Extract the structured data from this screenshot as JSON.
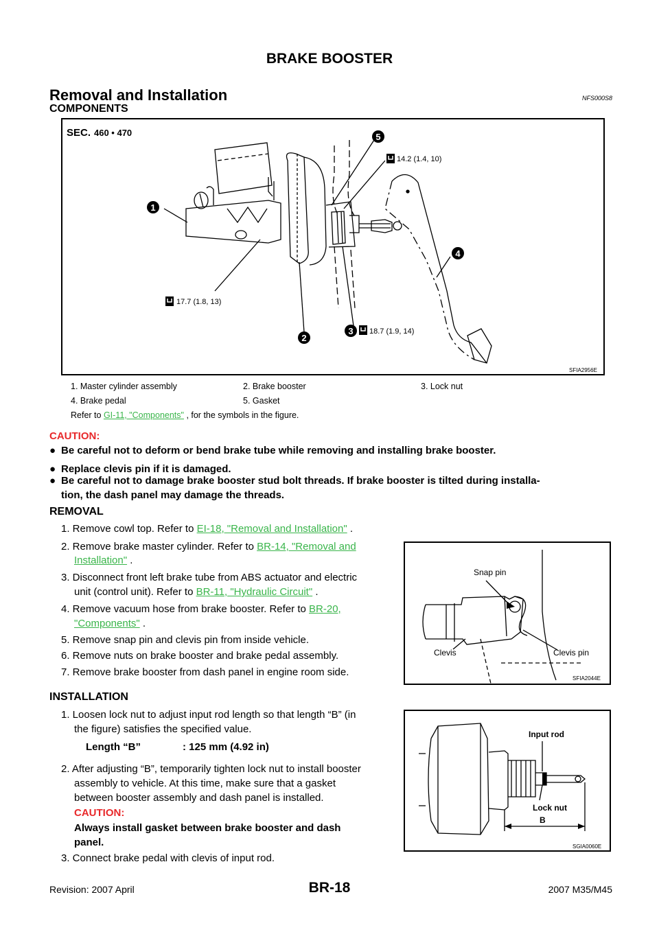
{
  "header": {
    "title": "BRAKE BOOSTER"
  },
  "section": {
    "title": "Removal and Installation",
    "code": "NFS000S8"
  },
  "components": {
    "heading": "COMPONENTS",
    "figure": {
      "sec": "SEC.",
      "sec_numbers": "460 • 470",
      "torque_1": "14.2 (1.4, 10)",
      "torque_2": "17.7 (1.8, 13)",
      "torque_3": "18.7 (1.9, 14)",
      "callouts": [
        "1",
        "2",
        "3",
        "4",
        "5"
      ],
      "fig_id": "SFIA2956E"
    },
    "legend": [
      "1.   Master cylinder assembly",
      "2.   Brake booster",
      "3.   Lock nut",
      "4.   Brake pedal",
      "5.   Gasket"
    ],
    "refer_prefix": "Refer to ",
    "refer_link": "GI-11, \"Components\"",
    "refer_suffix": " , for the symbols in the figure."
  },
  "caution": {
    "label": "CAUTION:",
    "items": [
      "Be careful not to deform or bend brake tube while removing and installing brake booster.",
      "Replace clevis pin if it is damaged.",
      "Be careful not to damage brake booster stud bolt threads. If brake booster is tilted during installa-",
      "tion, the dash panel may damage the threads."
    ]
  },
  "removal": {
    "heading": "REMOVAL",
    "step1": {
      "text": "1.  Remove cowl top. Refer to ",
      "link": "EI-18, \"Removal and Installation\"",
      "end": " ."
    },
    "step2": {
      "text": "2.  Remove brake master cylinder. Refer to ",
      "link1": "BR-14, \"Removal and",
      "link2": "Installation\"",
      "end": " ."
    },
    "step3": {
      "line1": "3.  Disconnect front left brake tube from ABS actuator and electric",
      "line2": "unit (control unit). Refer to ",
      "link": "BR-11, \"Hydraulic Circuit\"",
      "end": " ."
    },
    "step4": {
      "text": "4.  Remove vacuum hose from brake booster. Refer to ",
      "link1": "BR-20,",
      "link2": "\"Components\"",
      "end": " ."
    },
    "step5": "5.  Remove snap pin and clevis pin from inside vehicle.",
    "step6": "6.  Remove nuts on brake booster and brake pedal assembly.",
    "step7": "7.  Remove brake booster from dash panel in engine room side.",
    "figure": {
      "snap_pin": "Snap pin",
      "clevis": "Clevis",
      "clevis_pin": "Clevis pin",
      "fig_id": "SFIA2044E"
    }
  },
  "installation": {
    "heading": "INSTALLATION",
    "step1_line1": "1.  Loosen lock nut to adjust input rod length so that length “B” (in",
    "step1_line2": "the figure) satisfies the specified value.",
    "spec_label": "Length “B”",
    "spec_value": ": 125 mm (4.92 in)",
    "step2_line1": "2.  After adjusting “B”, temporarily tighten lock nut to install booster",
    "step2_line2": "assembly to vehicle. At this time, make sure that a gasket",
    "step2_line3": "between booster assembly and dash panel is installed.",
    "caution_label": "CAUTION:",
    "caution_line1": "Always install gasket between brake booster and dash",
    "caution_line2": "panel.",
    "step3": "3.  Connect brake pedal with clevis of input rod.",
    "figure": {
      "input_rod": "Input rod",
      "lock_nut": "Lock nut",
      "b": "B",
      "fig_id": "SGIA0060E"
    }
  },
  "footer": {
    "revision": "Revision: 2007 April",
    "page": "BR-18",
    "model": "2007 M35/M45"
  }
}
